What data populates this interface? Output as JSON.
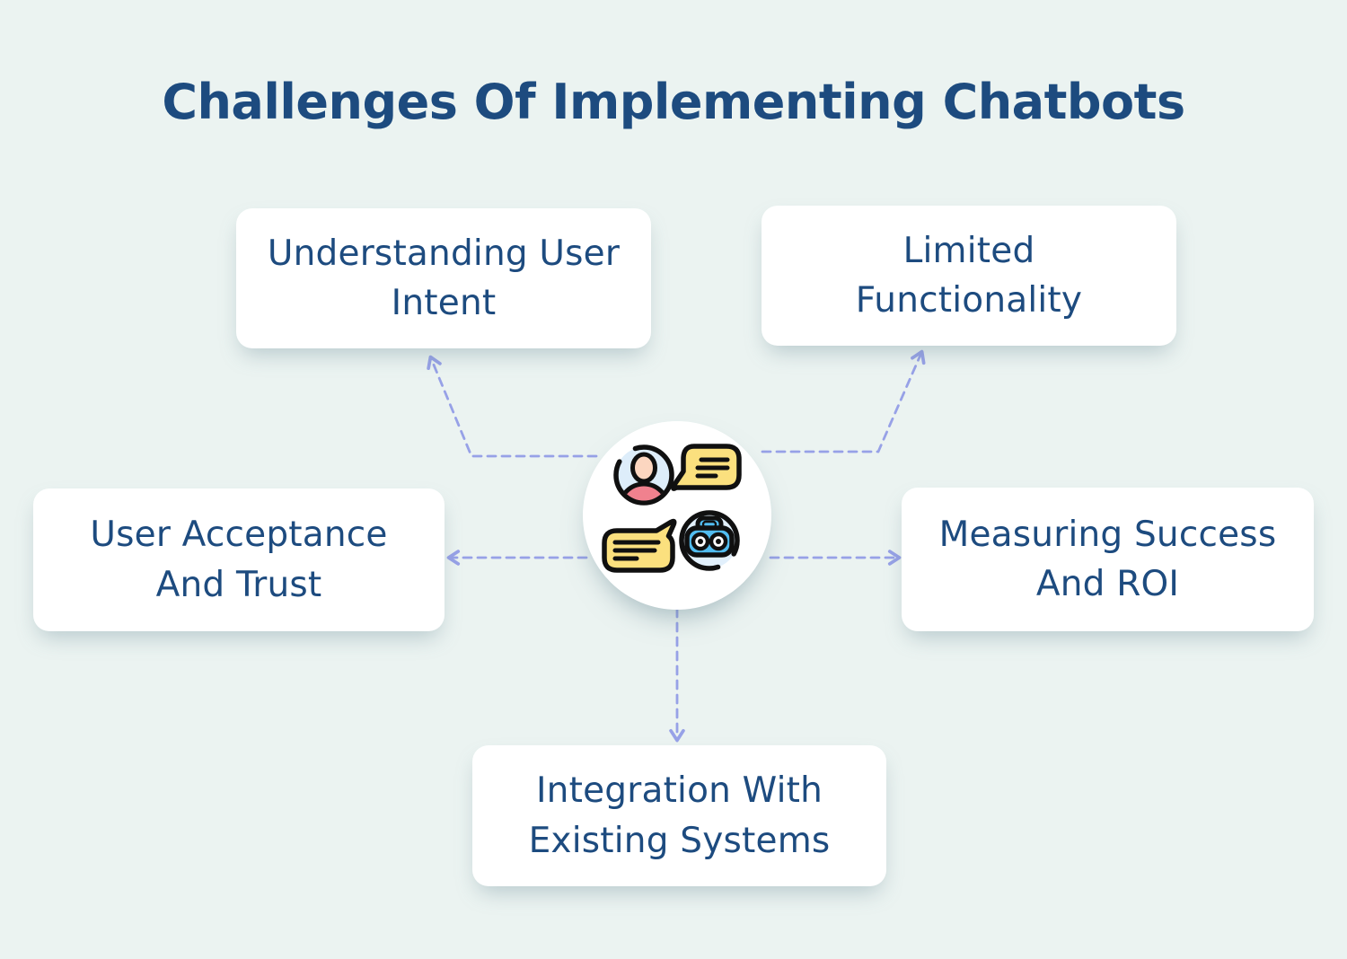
{
  "title": "Challenges Of Implementing Chatbots",
  "diagram": {
    "center_icon": "user-chatbot-conversation-icon",
    "nodes": [
      {
        "id": "understanding-user-intent",
        "line1": "Understanding User",
        "line2": "Intent"
      },
      {
        "id": "limited-functionality",
        "line1": "Limited",
        "line2": "Functionality"
      },
      {
        "id": "user-acceptance-and-trust",
        "line1": "User Acceptance",
        "line2": "And Trust"
      },
      {
        "id": "measuring-success-and-roi",
        "line1": "Measuring Success",
        "line2": "And ROI"
      },
      {
        "id": "integration-with-existing-systems",
        "line1": "Integration With",
        "line2": "Existing Systems"
      }
    ]
  },
  "colors": {
    "background": "#ebf3f1",
    "text_navy": "#1d4b7f",
    "card_background": "#ffffff",
    "connector_periwinkle": "#97a1e7",
    "icon_outline": "#101010",
    "icon_yellow": "#fbe07e",
    "icon_blue": "#52bdf0",
    "icon_light_blue_fill": "#e2f0fc",
    "icon_avatar_bg": "#ddedfa",
    "icon_skin": "#fcd6c0",
    "icon_pink": "#f0818e"
  }
}
